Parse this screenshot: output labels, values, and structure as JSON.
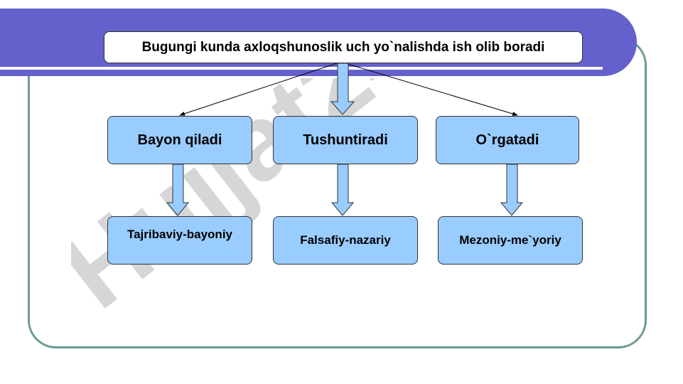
{
  "title": "Bugungi kunda axloqshunoslik uch yo`nalishda ish olib boradi",
  "watermark": "Hujjat24",
  "level1": [
    "Bayon qiladi",
    "Tushuntiradi",
    "O`rgatadi"
  ],
  "level2": [
    "Tajribaviy-bayoniy",
    "Falsafiy-nazariy",
    "Mezoniy-me`yoriy"
  ],
  "colors": {
    "banner": "#6461cc",
    "box_fill": "#99ccff",
    "frame": "#6e9a96",
    "watermark": "#c8c8c8"
  }
}
